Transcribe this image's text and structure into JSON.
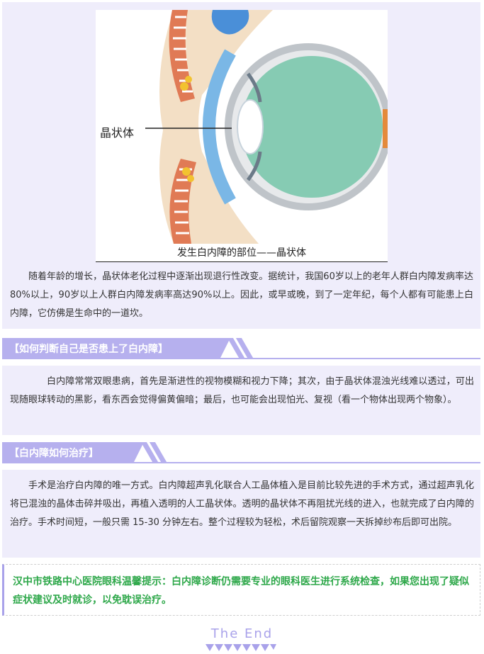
{
  "figure": {
    "lens_label": "晶状体",
    "caption": "发生白内障的部位——晶状体"
  },
  "intro": {
    "paragraph": "随着年龄的增长，晶状体老化过程中逐渐出现退行性改变。据统计，我国60岁以上的老年人群白内障发病率达80%以上，90岁以上人群白内障发病率高达90%以上。因此，或早或晚，到了一定年纪，每个人都有可能患上白内障，它仿佛是生命中的一道坎。"
  },
  "section1": {
    "heading": "【如何判断自己是否患上了白内障】",
    "paragraph": "白内障常常双眼患病，首先是渐进性的视物模糊和视力下降；其次，由于晶状体混浊光线难以透过，可出现随眼球转动的黑影，看东西会觉得偏黄偏暗；最后，也可能会出现怕光、复视（看一个物体出现两个物象）。"
  },
  "section2": {
    "heading": "【白内障如何治疗】",
    "paragraph": "手术是治疗白内障的唯一方式。白内障超声乳化联合人工晶体植入是目前比较先进的手术方式，通过超声乳化将已混浊的晶体击碎并吸出，再植入透明的人工晶状体。透明的晶状体不再阻扰光线的进入，也就完成了白内障的治疗。手术时间短，一般只需 15-30 分钟左右。整个过程较为轻松，术后留院观察一天拆掉纱布后即可出院。"
  },
  "notice": {
    "text": "汉中市铁路中心医院眼科温馨提示：白内障诊断仍需要专业的眼科医生进行系统检查，如果您出现了疑似症状建议及时就诊，以免耽误治疗。"
  },
  "footer": {
    "the_end": "The End"
  },
  "colors": {
    "accent": "#b6b0ee",
    "panel_bg": "#efedfb",
    "notice_green": "#2ea84a"
  }
}
